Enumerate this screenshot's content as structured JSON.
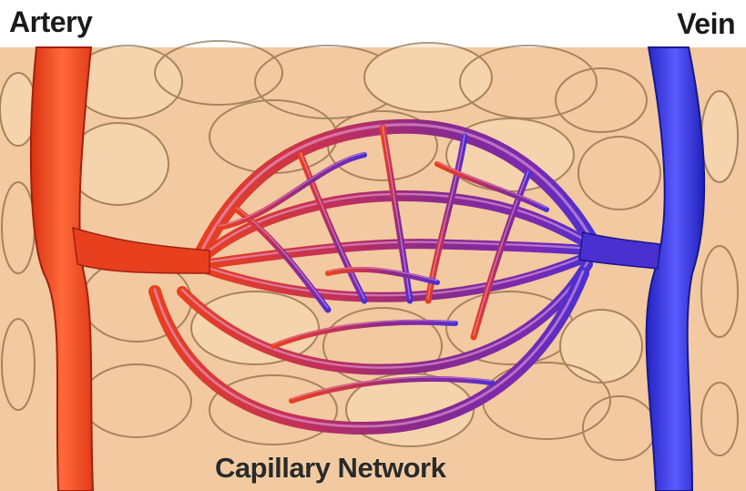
{
  "labels": {
    "artery": "Artery",
    "vein": "Vein",
    "network": "Capillary Network"
  },
  "colors": {
    "tissue": "#f2c9a0",
    "tissue_highlight": "#f8dcb8",
    "cell_outline": "#6b4a2c",
    "artery": "#e8401f",
    "artery_light": "#ff7a4a",
    "capillary": "#8a2a8a",
    "capillary_light": "#c060c0",
    "vein": "#2a2ad0",
    "vein_light": "#6a6aff"
  },
  "icons": {
    "artery": "artery-vessel-icon",
    "vein": "vein-vessel-icon",
    "network": "capillary-network-icon"
  }
}
